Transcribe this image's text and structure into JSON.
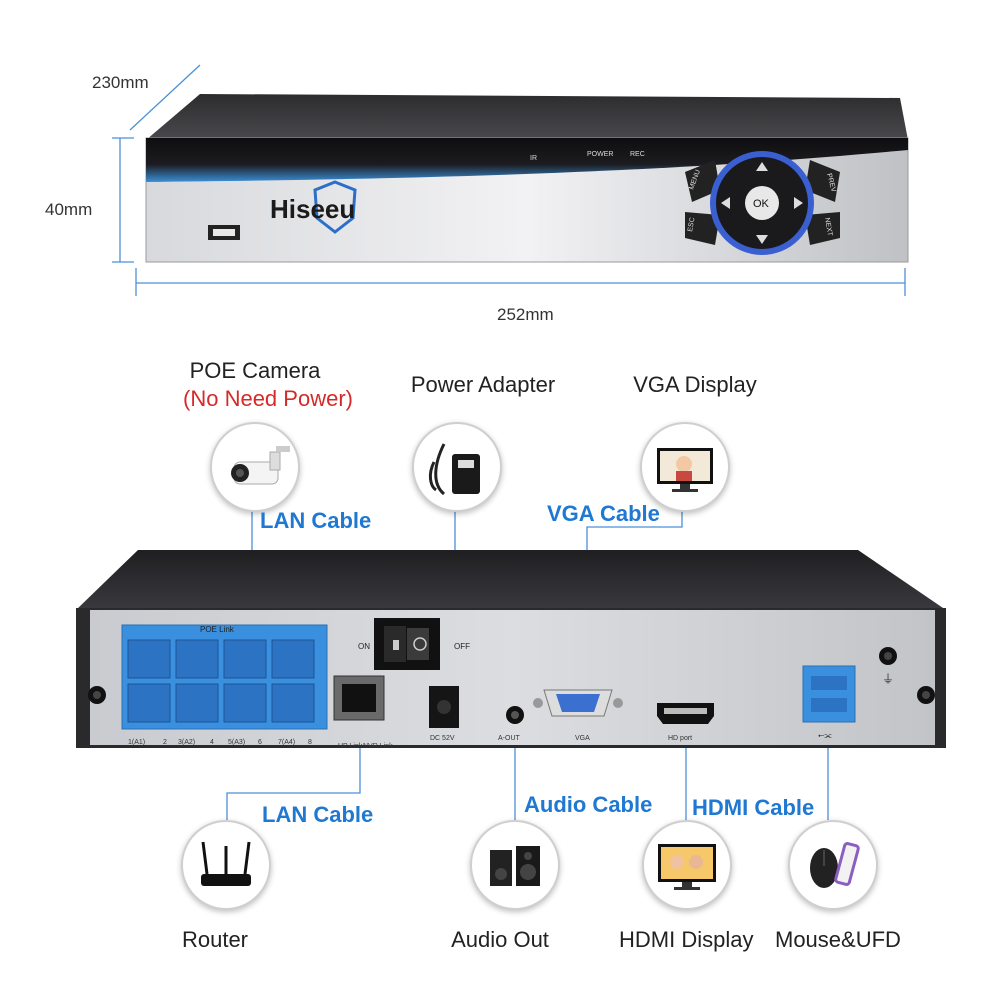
{
  "dimensions": {
    "depth": "230mm",
    "height": "40mm",
    "width": "252mm"
  },
  "front_panel": {
    "brand": "Hiseeu",
    "indicators": [
      "IR",
      "POWER",
      "REC"
    ],
    "buttons": {
      "menu": "MENU",
      "esc": "ESC",
      "prev": "PREV",
      "next": "NEXT",
      "ok": "OK"
    }
  },
  "rear_panel": {
    "poe_label": "POE Link",
    "port_numbers": [
      "1(A1)",
      "2",
      "3(A2)",
      "4",
      "5(A3)",
      "6",
      "7(A4)",
      "8"
    ],
    "uplink_labels": [
      "UP Link",
      "NVR Link"
    ],
    "switch_on": "ON",
    "switch_off": "OFF",
    "dc_label": "DC  52V",
    "aout_label": "A-OUT",
    "vga_label": "VGA",
    "hdmi_label": "HD port"
  },
  "devices": {
    "poe_camera": {
      "label": "POE Camera",
      "note": "(No Need Power)"
    },
    "power_adapter": {
      "label": "Power Adapter"
    },
    "vga_display": {
      "label": "VGA Display"
    },
    "router": {
      "label": "Router"
    },
    "audio_out": {
      "label": "Audio Out"
    },
    "hdmi_display": {
      "label": "HDMI Display"
    },
    "mouse_ufd": {
      "label": "Mouse&UFD"
    }
  },
  "cables": {
    "lan_top": "LAN Cable",
    "vga": "VGA Cable",
    "lan_bottom": "LAN Cable",
    "audio": "Audio Cable",
    "hdmi": "HDMI Cable"
  },
  "colors": {
    "accent_blue": "#1f78d1",
    "port_blue": "#3b8fdf",
    "warning_red": "#d62a2a"
  }
}
